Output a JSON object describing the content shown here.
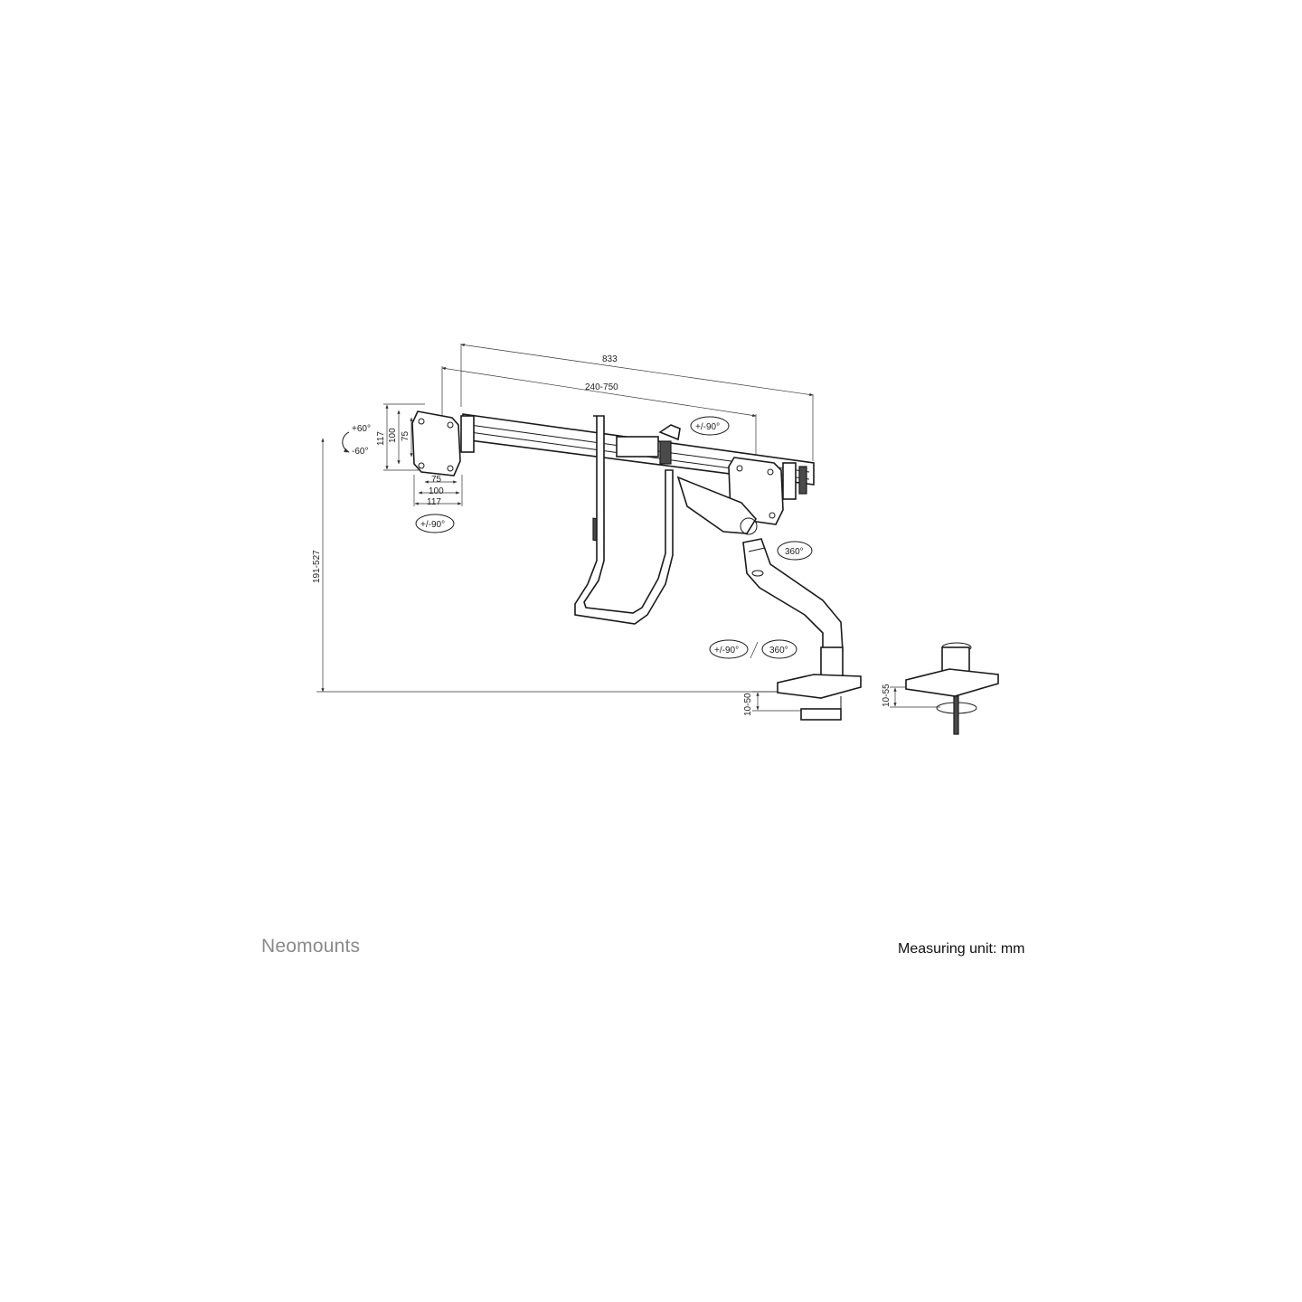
{
  "brand": "Neomounts",
  "measuring_unit": "Measuring unit: mm",
  "dimensions": {
    "total_width": "833",
    "arm_range": "240-750",
    "height_range": "191-527",
    "vesa_h_117": "117",
    "vesa_h_100": "100",
    "vesa_h_75": "75",
    "vesa_w_75": "75",
    "vesa_w_100": "100",
    "vesa_w_117": "117",
    "clamp_thickness": "10-50",
    "grommet_thickness": "10-55"
  },
  "angles": {
    "tilt_up": "+60°",
    "tilt_down": "-60°",
    "rotate_left_plate": "+/-90°",
    "rotate_bar": "+/-90°",
    "swivel_joint": "360°",
    "base_rotate": "+/-90°",
    "base_swivel": "360°"
  }
}
